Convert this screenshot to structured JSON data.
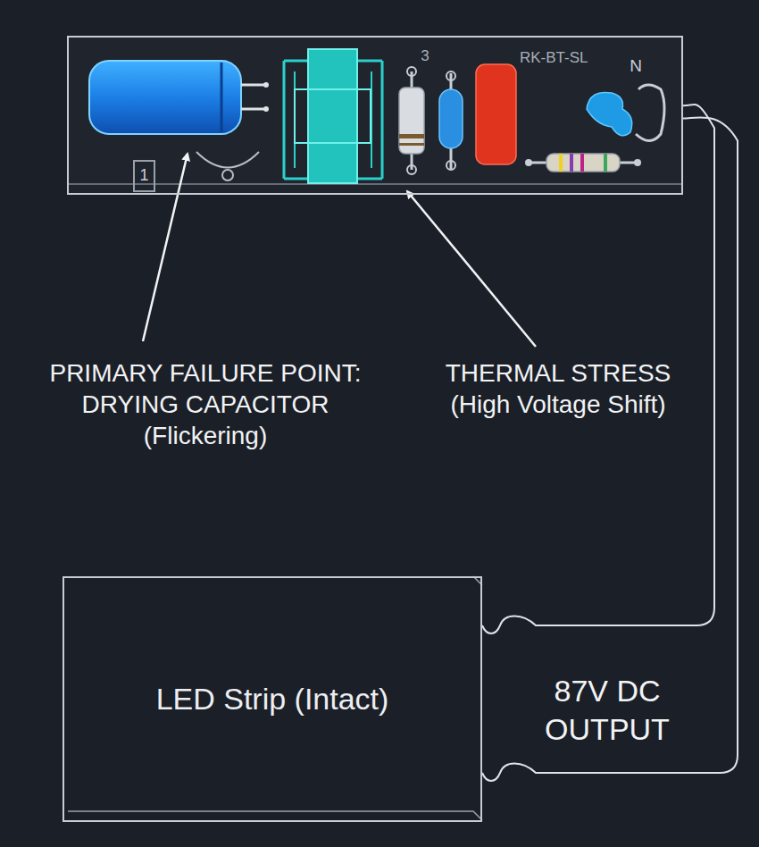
{
  "diagram": {
    "nodes": [
      {
        "text": [
          "RK-BT-SL"
        ]
      },
      {
        "text": [
          "1"
        ],
        "in": 0
      },
      {
        "text": [
          "LED Strip (Intact)"
        ]
      }
    ],
    "edges": [
      {
        "from": 0,
        "to": 2,
        "arrow": "none"
      },
      {
        "from": 0,
        "to": 2,
        "arrow": "none"
      }
    ],
    "labels": [
      "3",
      "N",
      "PRIMARY FAILURE POINT: DRYING CAPACITOR (Flickering)",
      "THERMAL STRESS (High Voltage Shift)",
      "87V DC OUTPUT"
    ]
  }
}
